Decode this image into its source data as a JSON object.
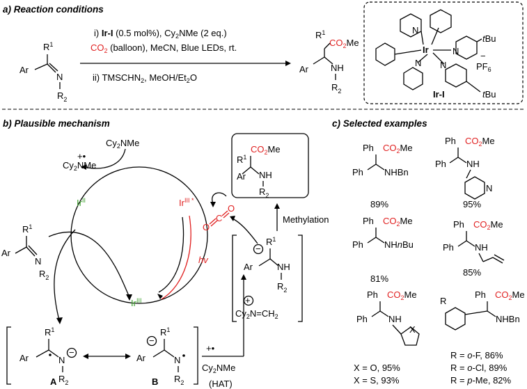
{
  "section_a": {
    "title": "a) Reaction conditions",
    "step1_prefix": "i) ",
    "step1_cat": "Ir-I",
    "step1_rest": " (0.5 mol%), Cy",
    "step1_amine": "NMe (2 eq.)",
    "step1b_co2": "CO",
    "step1b_rest": " (balloon), MeCN, Blue LEDs, rt.",
    "step2": "ii) TMSCHN",
    "step2_rest": ", MeOH/Et",
    "step2_o": "O",
    "catalyst_label": "Ir-I",
    "counterion": "PF",
    "tbu": "tBu"
  },
  "section_b": {
    "title": "b) Plausible mechanism",
    "amine": "Cy",
    "amine_rest": "NMe",
    "ir_ii": "Ir",
    "ir_ii_sup": "II",
    "ir_iii_star": "Ir",
    "ir_iii_star_sup": "III *",
    "ir_iii": "Ir",
    "ir_iii_sup": "III",
    "hv": "hv",
    "methylation": "Methylation",
    "hat": "(HAT)",
    "label_A": "A",
    "label_B": "B",
    "iminium": "Cy",
    "iminium_rest": "N=CH"
  },
  "section_c": {
    "title": "c) Selected examples",
    "yields": [
      "89%",
      "95%",
      "81%",
      "85%"
    ],
    "furan_X_O": "X = O, 95%",
    "furan_X_S": "X = S, 93%",
    "r_oF": "R = ",
    "r_oF_sub": "o",
    "r_oF_rest": "-F, 86%",
    "r_oCl_sub": "o",
    "r_oCl_rest": "-Cl, 89%",
    "r_pMe_sub": "p",
    "r_pMe_rest": "-Me, 82%"
  },
  "colors": {
    "red": "#e02020",
    "green": "#3aa02a"
  }
}
